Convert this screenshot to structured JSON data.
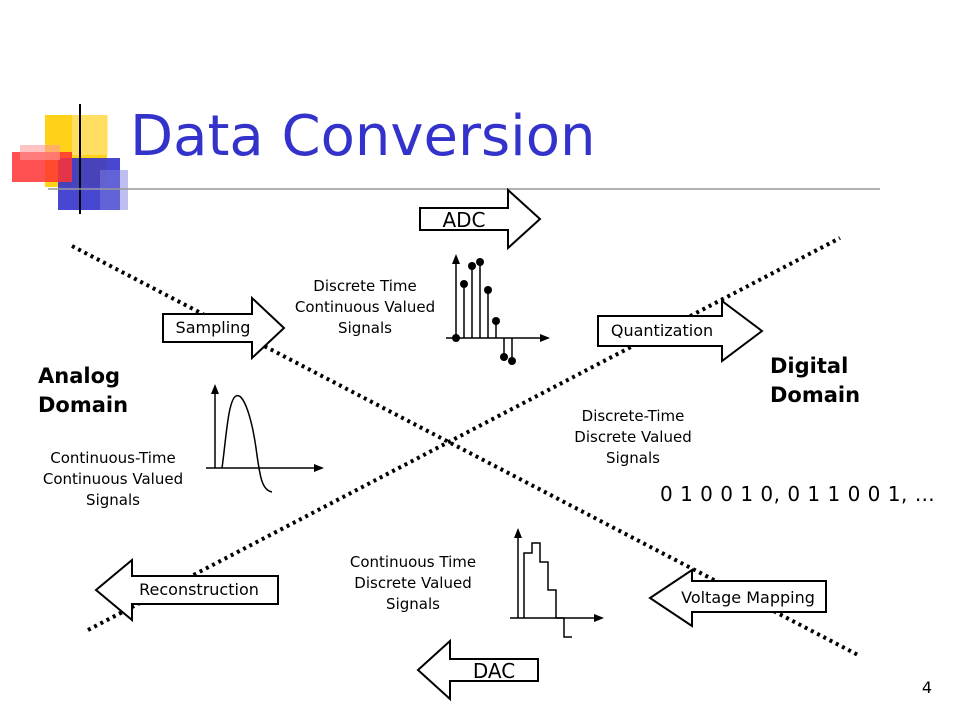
{
  "slide": {
    "title": "Data Conversion",
    "page_number": "4"
  },
  "domains": {
    "analog": [
      "Analog",
      "Domain"
    ],
    "digital": [
      "Digital",
      "Domain"
    ]
  },
  "arrows": {
    "adc": "ADC",
    "dac": "DAC",
    "sampling": "Sampling",
    "quantization": "Quantization",
    "reconstruction": "Reconstruction",
    "voltage_mapping": "Voltage Mapping"
  },
  "captions": {
    "discrete_time_continuous": [
      "Discrete Time",
      "Continuous Valued",
      "Signals"
    ],
    "continuous_time_continuous": [
      "Continuous-Time",
      "Continuous Valued",
      "Signals"
    ],
    "discrete_time_discrete": [
      "Discrete-Time",
      "Discrete Valued",
      "Signals"
    ],
    "continuous_time_discrete": [
      "Continuous Time",
      "Discrete Valued",
      "Signals"
    ]
  },
  "bit_stream": "0 1 0 0 1 0, 0 1 1 0 0 1, …",
  "colors": {
    "title": "#3333cc",
    "logo_yellow": "#ffcc00",
    "logo_blue": "#3333cc",
    "logo_red": "#ff3333"
  }
}
